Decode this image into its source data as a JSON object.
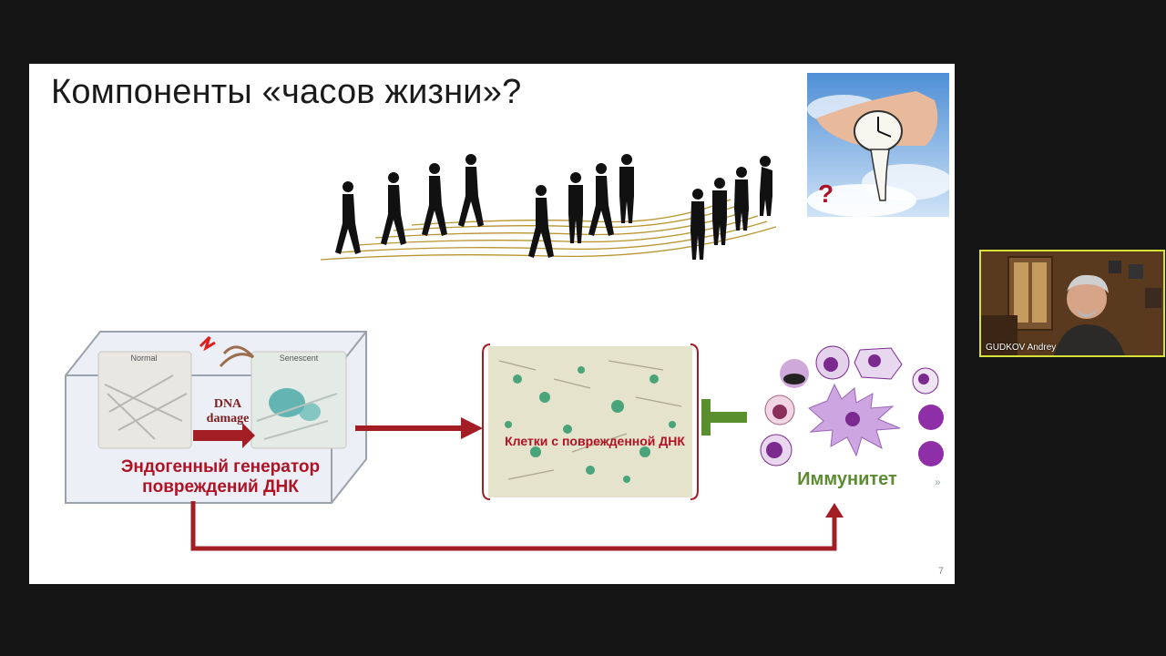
{
  "slide": {
    "title": "Компоненты «часов жизни»?",
    "question_mark": "?",
    "page_number": "7",
    "micro_normal": "Normal",
    "micro_senescent": "Senescent",
    "dna_damage": "DNA damage",
    "generator_label": "Эндогенный генератор повреждений ДНК",
    "cells_label": "Клетки с поврежденной ДНК",
    "immunity_label": "Иммунитет",
    "more_glyph": "»"
  },
  "webcam": {
    "name": "GUDKOV Andrey"
  },
  "colors": {
    "arrow_red": "#a31d24",
    "inhibit_green": "#5a8f2e",
    "immune_purple": "#7b2a8e",
    "sand_lines": "#b8952e"
  }
}
